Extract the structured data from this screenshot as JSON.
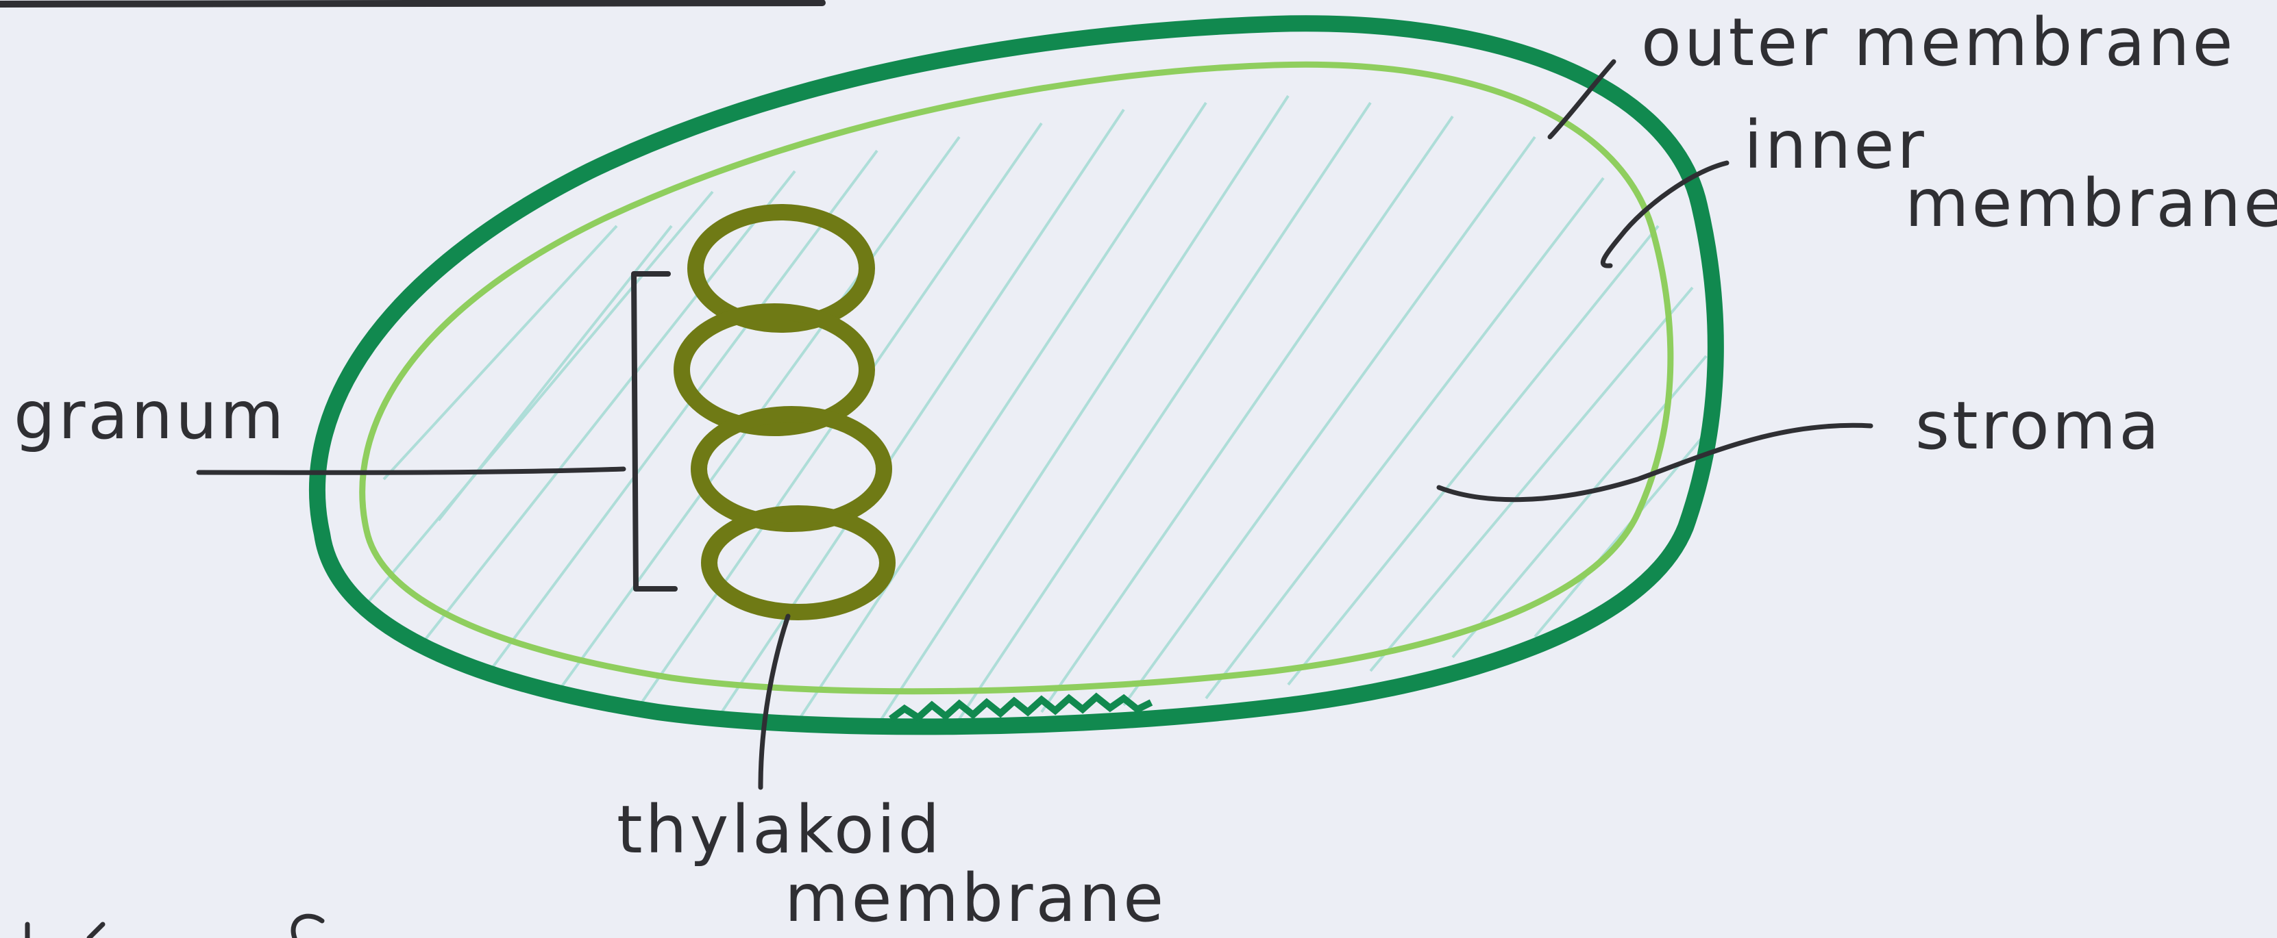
{
  "labels": {
    "outer_membrane": "outer membrane",
    "inner_membrane_line1": "inner",
    "inner_membrane_line2": "membrane",
    "stroma": "stroma",
    "granum": "granum",
    "thylakoid_line1": "thylakoid",
    "thylakoid_line2": "membrane"
  },
  "colors": {
    "paper": "#eceef5",
    "outer_membrane": "#11894f",
    "inner_membrane": "#8fce5e",
    "stroma_hatch": "#9ad8cf",
    "thylakoid": "#6f7a15",
    "ink": "#2f2f33"
  },
  "icons": {
    "page_mark": "pencil-mark"
  }
}
